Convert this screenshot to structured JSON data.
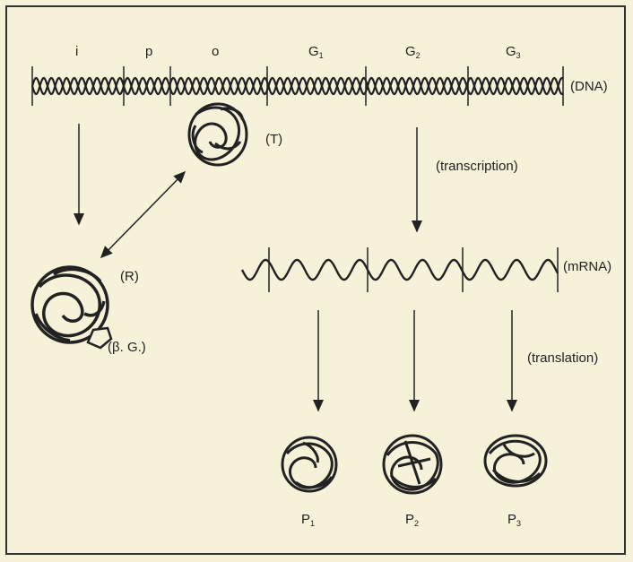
{
  "genes": {
    "i": "i",
    "p": "p",
    "o": "o",
    "g1": {
      "base": "G",
      "sub": "1"
    },
    "g2": {
      "base": "G",
      "sub": "2"
    },
    "g3": {
      "base": "G",
      "sub": "3"
    }
  },
  "labels": {
    "dna": "(DNA)",
    "t": "(T)",
    "transcription": "(transcription)",
    "r": "(R)",
    "mrna": "(mRNA)",
    "beta_g": "(β. G.)",
    "translation": "(translation)"
  },
  "proteins": {
    "p1": {
      "base": "P",
      "sub": "1"
    },
    "p2": {
      "base": "P",
      "sub": "2"
    },
    "p3": {
      "base": "P",
      "sub": "3"
    }
  }
}
